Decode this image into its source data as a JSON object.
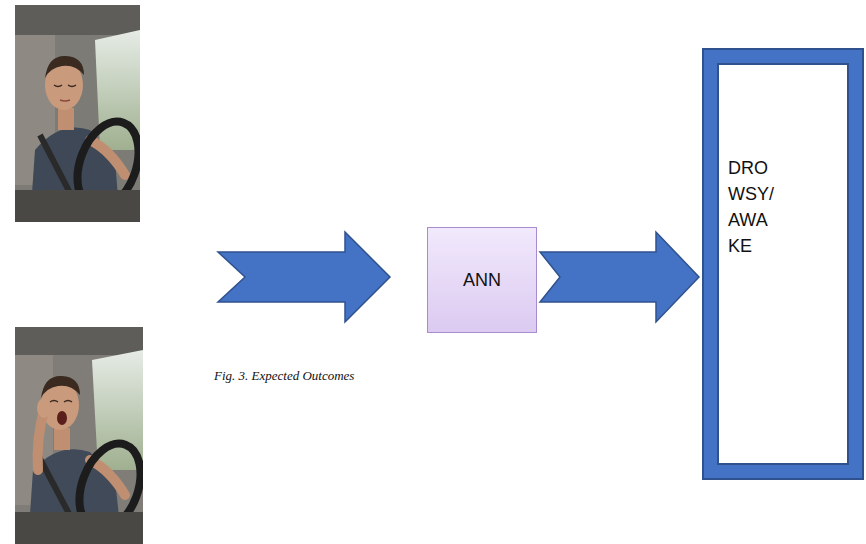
{
  "diagram": {
    "caption": "Fig. 3. Expected Outcomes",
    "nodes": [
      {
        "text": [
          "ANN"
        ]
      },
      {
        "text": [
          "DRO WSY/ AWA KE"
        ]
      }
    ],
    "edges": [
      {
        "from": 0,
        "to": 1,
        "arrow": "to"
      }
    ]
  }
}
